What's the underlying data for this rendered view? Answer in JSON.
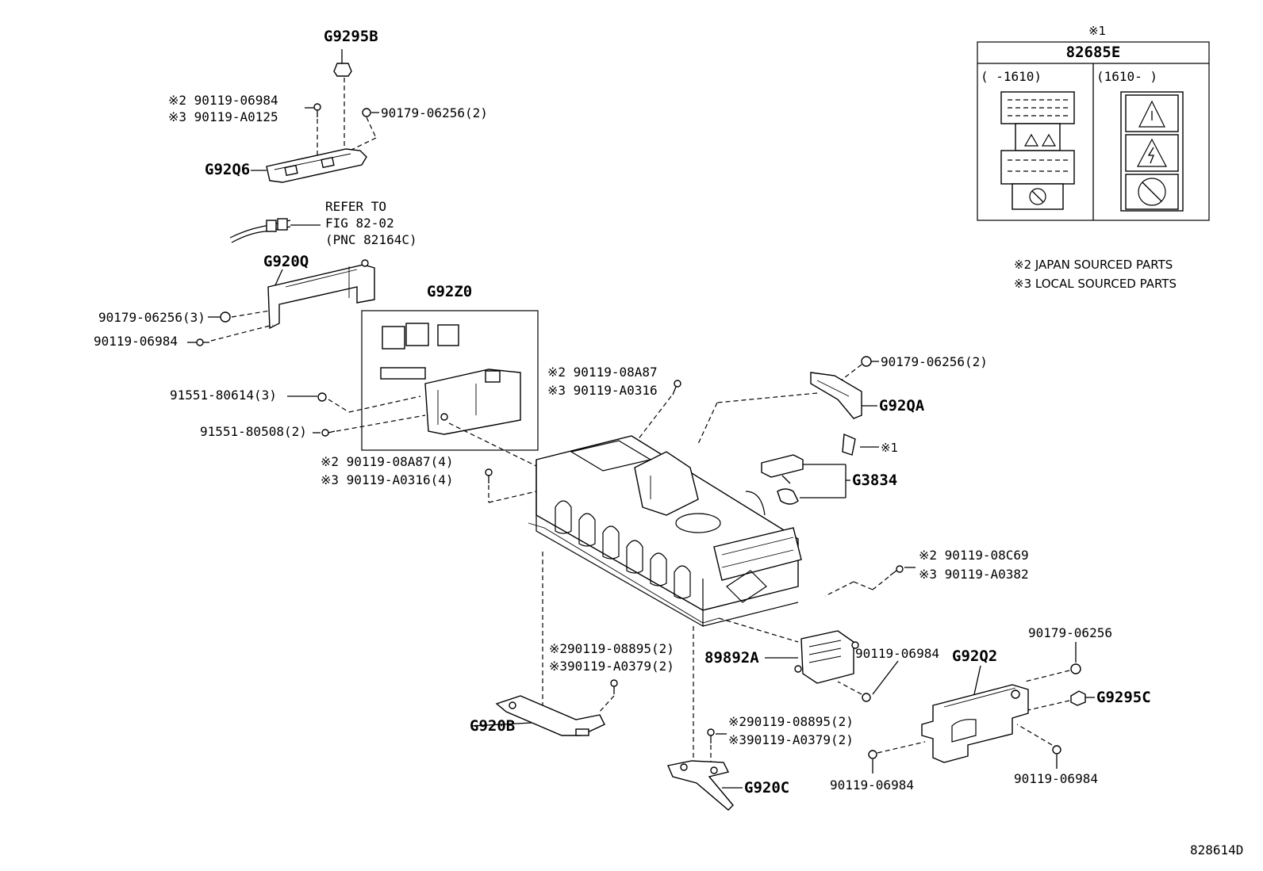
{
  "labels": {
    "g9295b": "G9295B",
    "n_japan_1": "※2 90119-06984",
    "n_local_1": "※3 90119-A0125",
    "n_90179_2a": "90179-06256(2)",
    "g92q6": "G92Q6",
    "refer_1": "REFER TO",
    "refer_2": "FIG 82-02",
    "refer_3": "(PNC 82164C)",
    "g920q": "G920Q",
    "n_90179_3": "90179-06256(3)",
    "n_90119_06984_a": "90119-06984",
    "n_91551_80614": "91551-80614(3)",
    "n_91551_80508": "91551-80508(2)",
    "g92z0": "G92Z0",
    "n_japan_08a87": "※2 90119-08A87",
    "n_local_a0316": "※3 90119-A0316",
    "n_japan_08a87_4": "※2 90119-08A87(4)",
    "n_local_a0316_4": "※3 90119-A0316(4)",
    "n_90179_2b": "90179-06256(2)",
    "g92qa": "G92QA",
    "mark1_ref": "※1",
    "g3834": "G3834",
    "n_japan_08c69": "※2 90119-08C69",
    "n_local_a0382": "※3 90119-A0382",
    "n_japan_08895_a": "※290119-08895(2)",
    "n_local_a0379_a": "※390119-A0379(2)",
    "g920b": "G920B",
    "p89892a": "89892A",
    "n_90119_06984_b": "90119-06984",
    "n_japan_08895_b": "※290119-08895(2)",
    "n_local_a0379_b": "※390119-A0379(2)",
    "g920c": "G920C",
    "n_90179_06256": "90179-06256",
    "g92q2": "G92Q2",
    "g9295c": "G9295C",
    "n_90119_06984_c": "90119-06984",
    "n_90119_06984_d": "90119-06984",
    "diagram_id": "828614D"
  },
  "inset": {
    "mark": "※1",
    "part_no": "82685E",
    "left_range": "(     -1610)",
    "right_range": "(1610-     )"
  },
  "notes": {
    "japan": "※2 JAPAN SOURCED PARTS",
    "local": "※3 LOCAL SOURCED PARTS"
  }
}
